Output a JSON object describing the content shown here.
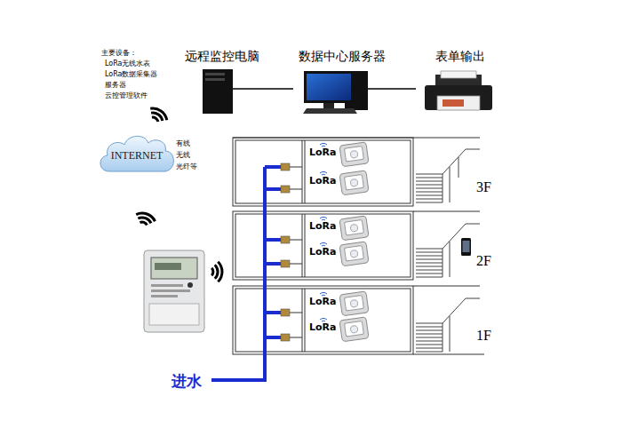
{
  "diagram": {
    "nodes": [
      {
        "text": [
          "远程监控电脑"
        ]
      },
      {
        "text": [
          "数据中心服务器"
        ]
      },
      {
        "text": [
          "表单输出"
        ]
      },
      {
        "text": [
          "INTERNET"
        ]
      }
    ],
    "edges": [
      {
        "from": 0,
        "to": 1,
        "arrow": "none"
      },
      {
        "from": 1,
        "to": 2,
        "arrow": "none"
      }
    ],
    "labels": [
      "主要设备：",
      "LoRa无线水表",
      "LoRa数据采集器",
      "服务器",
      "云控管理软件",
      "有线",
      "无线",
      "光纤等",
      "LoRa",
      "LoRa",
      "LoRa",
      "LoRa",
      "LoRa",
      "LoRa",
      "3F",
      "2F",
      "1F",
      "进水"
    ]
  }
}
